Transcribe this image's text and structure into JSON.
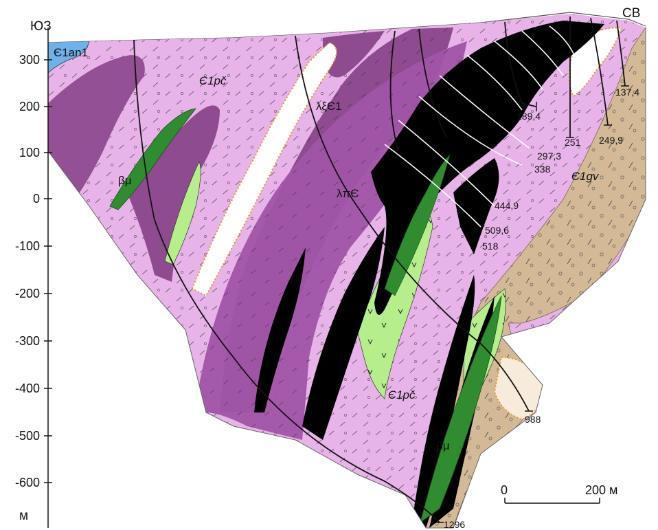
{
  "directions": {
    "southwest": "ЮЗ",
    "northeast": "СВ"
  },
  "y_axis": {
    "unit": "м",
    "ticks": [
      "300",
      "200",
      "100",
      "0",
      "-100",
      "-200",
      "-300",
      "-400",
      "-500",
      "-600"
    ]
  },
  "unit_labels": {
    "an1": "Є1an1",
    "pc_upper": "Є1pč",
    "pc_lower": "Є1pč",
    "gv": "Є1gv",
    "lambda_xi": "λξЄ1",
    "lambda_pi": "λπЄ",
    "beta_mu_left": "βμ",
    "beta_mu_right": "βμ"
  },
  "borehole_depths": [
    "189,4",
    "251",
    "249,9",
    "137,4",
    "297,3",
    "338",
    "444,9",
    "509,6",
    "518",
    "988",
    "1296"
  ],
  "scale_bar": {
    "start": "0",
    "end": "200 м"
  },
  "colors": {
    "porphyry_light": "#e7b3e8",
    "porphyry_dark": "#8f4b8f",
    "purple_mid": "#a154a8",
    "ore": "#000000",
    "gv_sand": "#d4b996",
    "basalt_green": "#2f8c2f",
    "light_green": "#b6ee8c",
    "an_blue": "#6fb2ea"
  }
}
